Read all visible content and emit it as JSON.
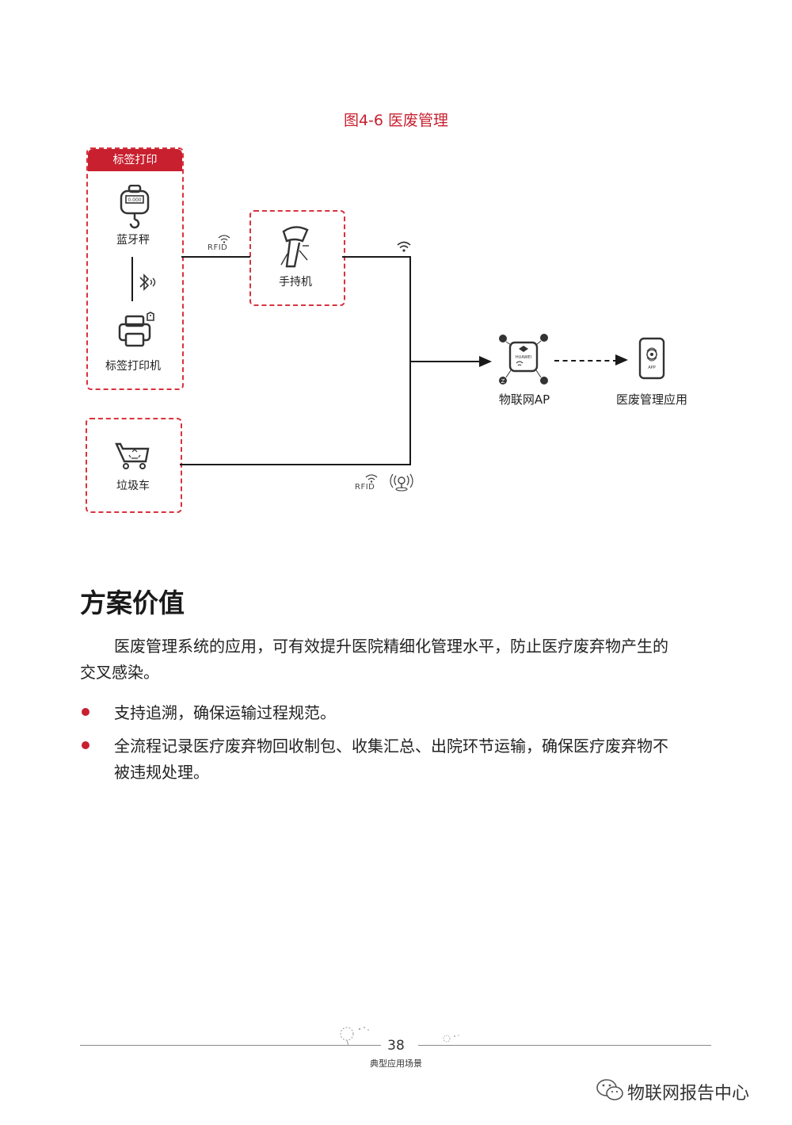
{
  "figure": {
    "caption": "图4-6 医废管理",
    "group_label": "标签打印",
    "nodes": {
      "scale": "蓝牙秤",
      "printer": "标签打印机",
      "handheld": "手持机",
      "cart": "垃圾车",
      "ap": "物联网AP",
      "app": "医废管理应用"
    },
    "link_labels": {
      "rfid_top": "RFID",
      "rfid_bottom": "RFID"
    },
    "icons": [
      "scale-icon",
      "bluetooth-icon",
      "printer-icon",
      "barcode-scanner-icon",
      "wifi-icon",
      "cart-icon",
      "recycle-icon",
      "location-signal-icon",
      "iot-ap-icon",
      "zigbee-icon",
      "medical-app-icon"
    ],
    "accent_color": "#c8202f"
  },
  "section": {
    "heading": "方案价值",
    "intro_line1": "医废管理系统的应用，可有效提升医院精细化管理水平，防止医疗废弃物产生的",
    "intro_line2": "交叉感染。",
    "bullets": [
      {
        "line1": "支持追溯，确保运输过程规范。",
        "line2": ""
      },
      {
        "line1": "全流程记录医疗废弃物回收制包、收集汇总、出院环节运输，确保医疗废弃物不",
        "line2": "被违规处理。"
      }
    ]
  },
  "footer": {
    "page_number": "38",
    "chapter": "典型应用场景"
  },
  "watermark": {
    "text": "物联网报告中心"
  }
}
